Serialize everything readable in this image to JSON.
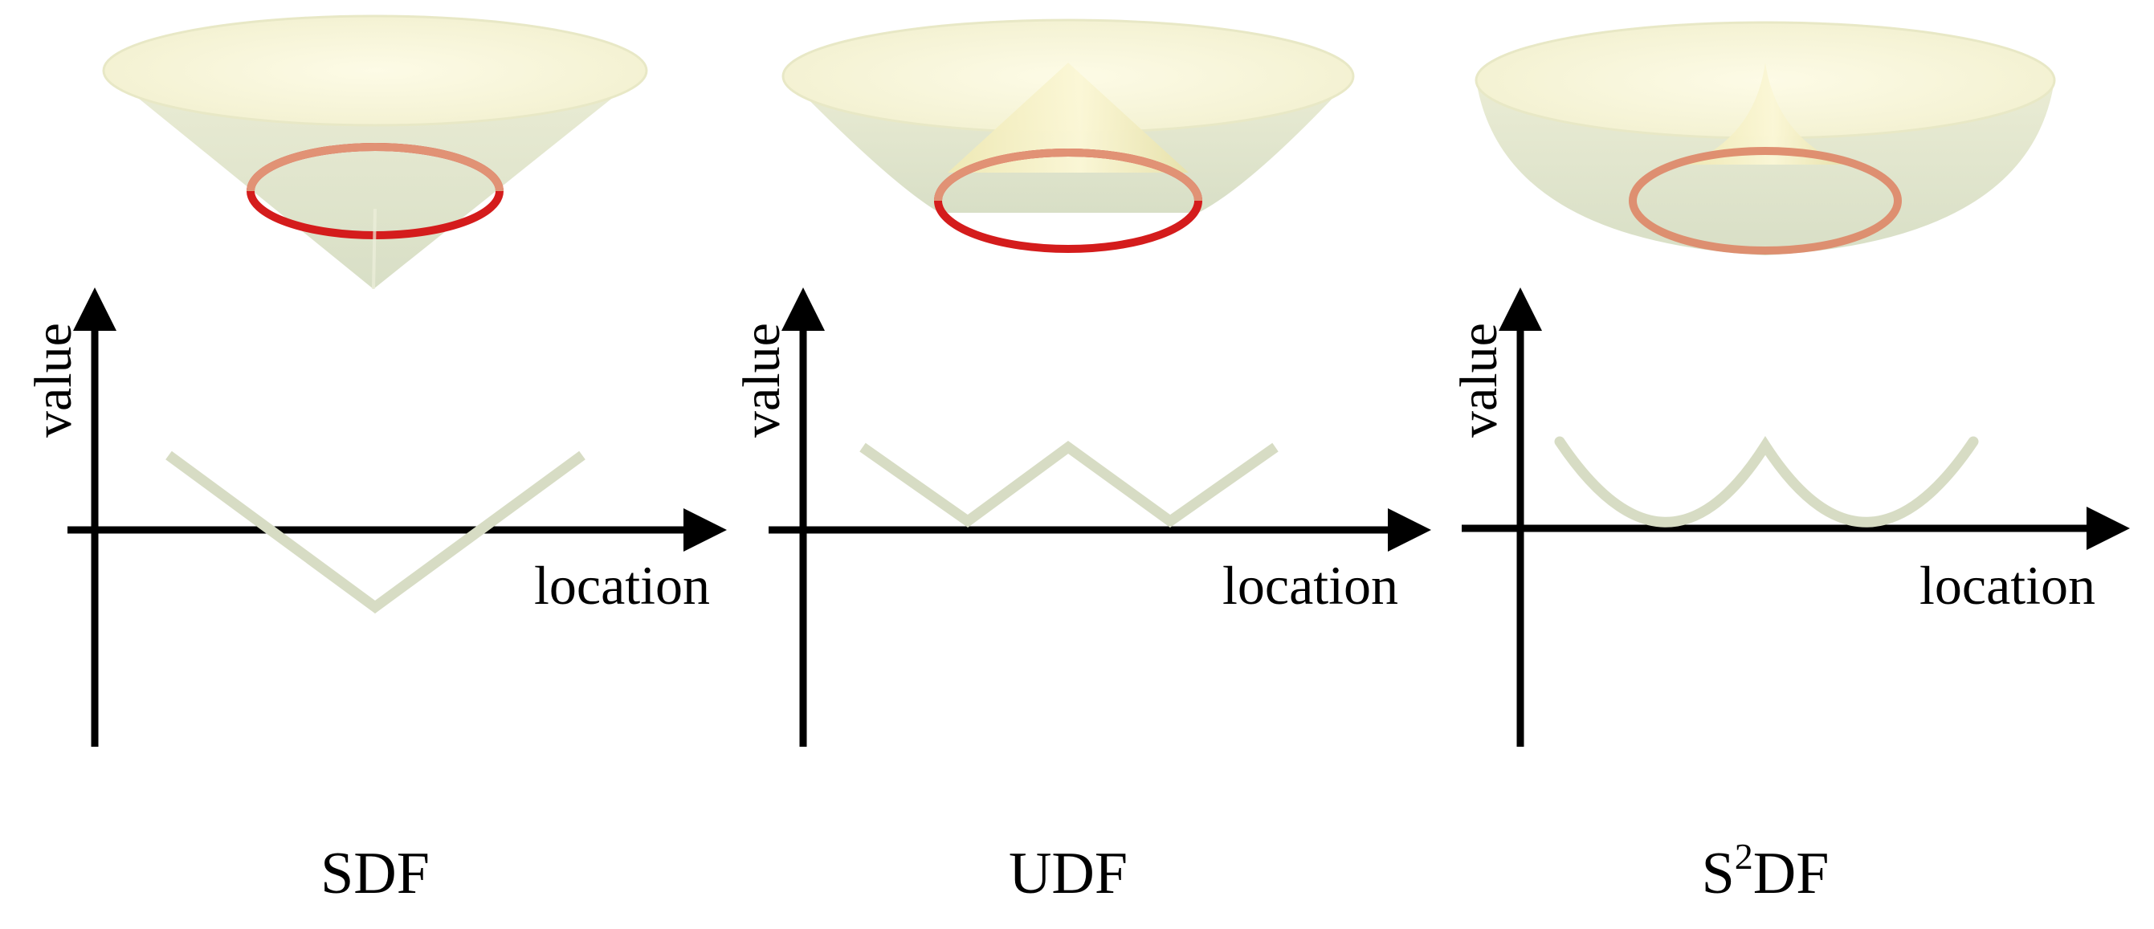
{
  "panels": [
    {
      "id": "sdf",
      "caption": "SDF",
      "y_axis_label": "value",
      "x_axis_label": "location",
      "curve": "v-shape"
    },
    {
      "id": "udf",
      "caption": "UDF",
      "y_axis_label": "value",
      "x_axis_label": "location",
      "curve": "zigzag"
    },
    {
      "id": "s2df",
      "caption_base": "S",
      "caption_sup": "2",
      "caption_rest": "DF",
      "y_axis_label": "value",
      "x_axis_label": "location",
      "curve": "smooth-w"
    }
  ],
  "colors": {
    "surface_fill": "#e3e7cf",
    "surface_top": "#fbf8de",
    "surface_edge": "#e6e8c4",
    "cone_tip": "#f8f2c8",
    "ring_red": "#d41c1c",
    "ring_orange": "#dd8a6c",
    "curve": "#d7dcc4",
    "axis": "#000000"
  }
}
